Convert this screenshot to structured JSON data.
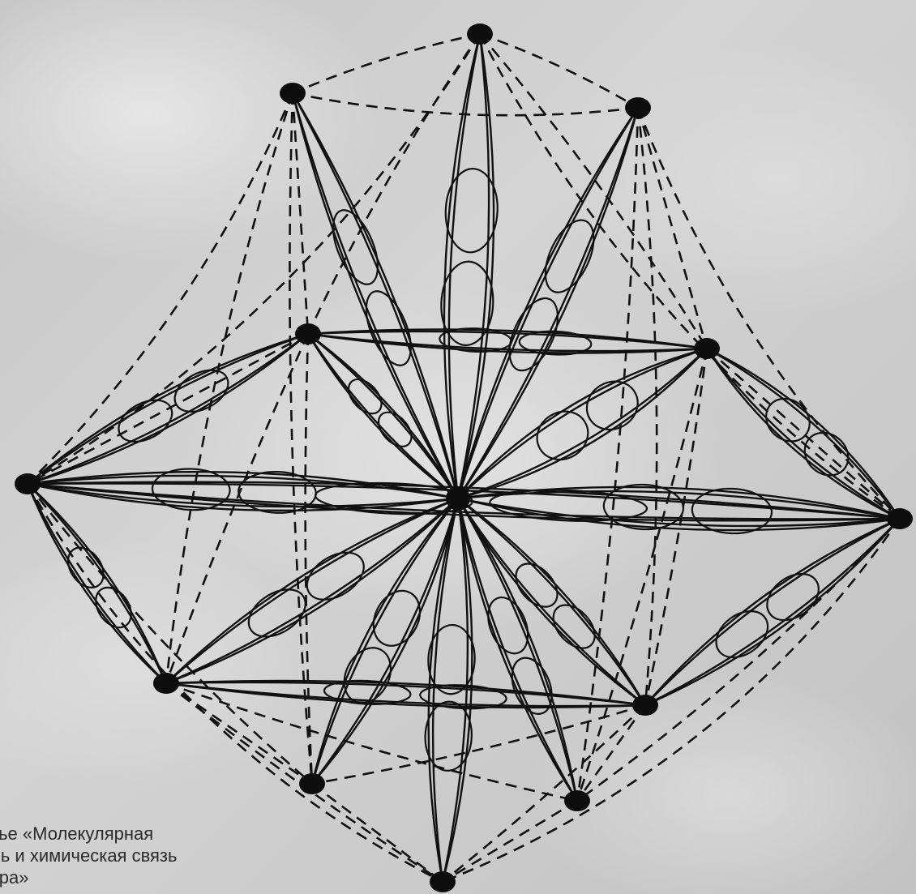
{
  "caption": {
    "lines": "тье «Молекулярная\nль и химическая связь\nура»"
  },
  "diagram": {
    "colors": {
      "ink": "#111111",
      "atom": "#0d0d0d",
      "background": "#cfcfcf",
      "caption": "#2a2a2a"
    },
    "atoms_count_outer": 12,
    "center_atom": "center",
    "bond_style": "double-line lobes (orbitals)",
    "dashed_links": "dashed lines between outer atoms"
  }
}
